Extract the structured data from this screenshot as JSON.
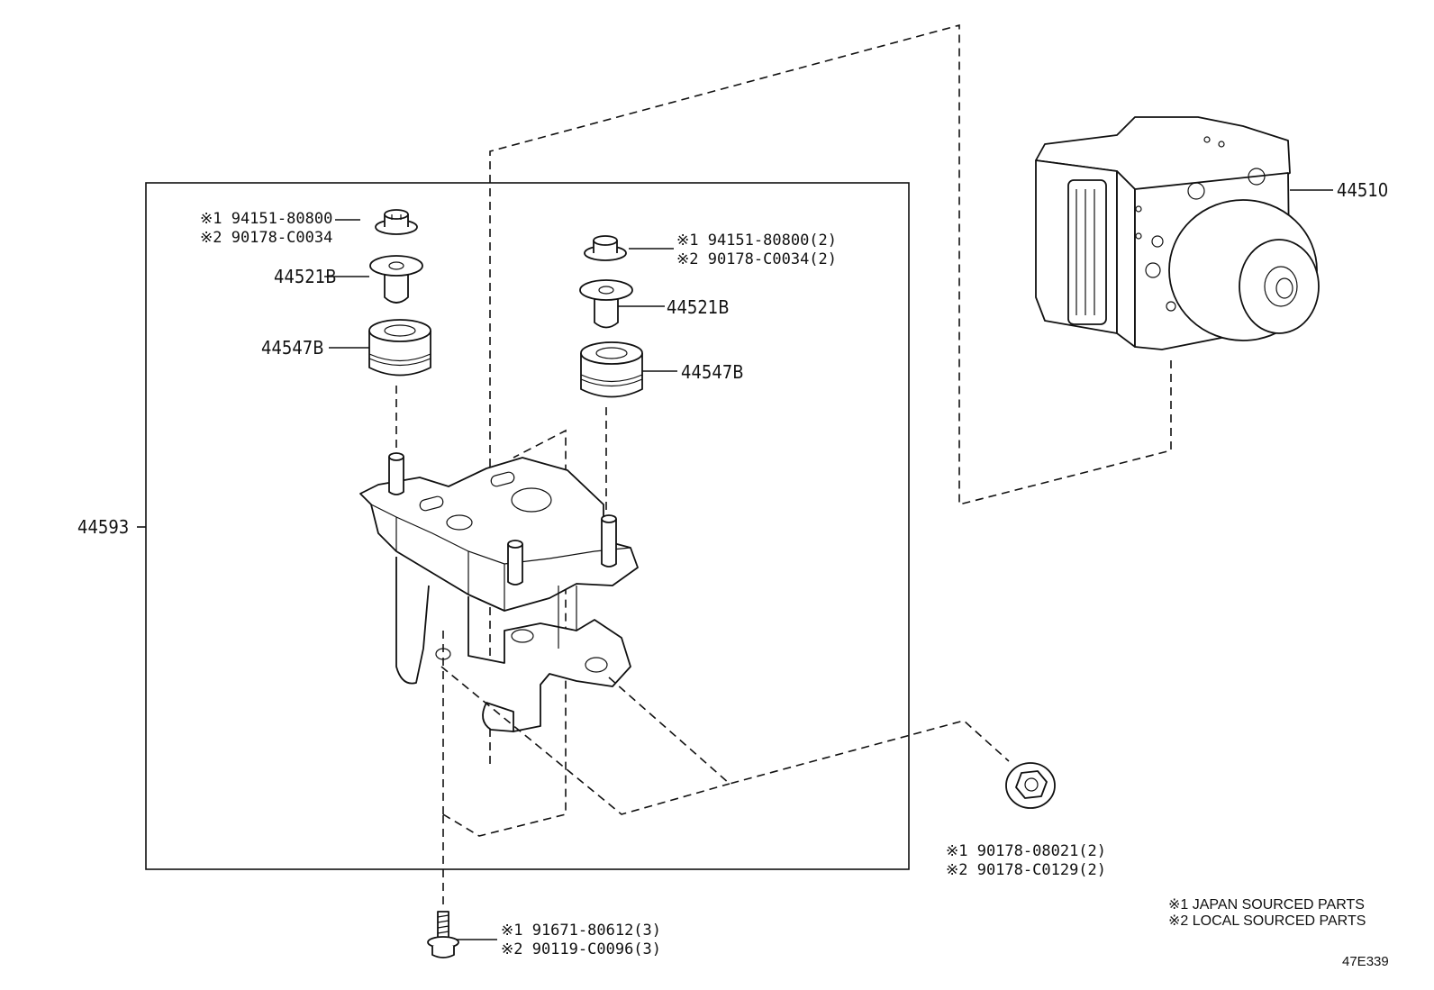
{
  "parts": {
    "bracket_assy": "44593",
    "actuator": "44510",
    "grommet_left": "44547B",
    "grommet_right": "44547B",
    "collar_left": "44521B",
    "collar_right": "44521B",
    "nut_left": {
      "l1": "※1 94151-80800",
      "l2": "※2 90178-C0034"
    },
    "nut_right": {
      "l1": "※1 94151-80800(2)",
      "l2": "※2 90178-C0034(2)"
    },
    "flange_nut": {
      "l1": "※1 90178-08021(2)",
      "l2": "※2 90178-C0129(2)"
    },
    "bolt": {
      "l1": "※1 91671-80612(3)",
      "l2": "※2 90119-C0096(3)"
    }
  },
  "legend": {
    "line1": "※1 JAPAN SOURCED PARTS",
    "line2": "※2 LOCAL SOURCED PARTS"
  },
  "figure_code": "47E339"
}
